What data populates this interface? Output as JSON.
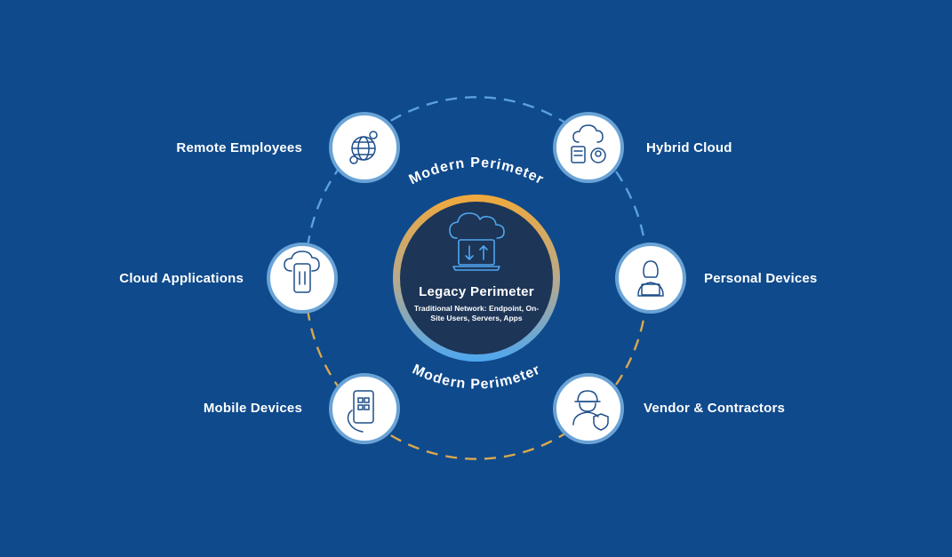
{
  "center": {
    "title": "Legacy Perimeter",
    "description": "Traditional Network: Endpoint, On-Site Users, Servers, Apps",
    "icon": "cloud-laptop-transfer-icon"
  },
  "ring": {
    "top_label": "Modern Perimeter",
    "bottom_label": "Modern Perimeter"
  },
  "nodes": [
    {
      "label": "Remote Employees",
      "icon": "globe-users-icon"
    },
    {
      "label": "Hybrid Cloud",
      "icon": "cloud-server-user-icon"
    },
    {
      "label": "Cloud Applications",
      "icon": "cloud-phone-icon"
    },
    {
      "label": "Personal Devices",
      "icon": "person-laptop-icon"
    },
    {
      "label": "Mobile Devices",
      "icon": "phone-hand-icon"
    },
    {
      "label": "Vendor & Contractors",
      "icon": "worker-shield-icon"
    }
  ],
  "colors": {
    "background": "#0f4a8c",
    "ring_dash_blue": "#5aa0df",
    "ring_dash_gold": "#d9a84e",
    "center_fill": "#1d3557",
    "center_gradient_top": "#f0a93c",
    "center_gradient_bottom": "#4ea7f0",
    "node_fill": "#ffffff",
    "node_border": "#6aa3d6",
    "icon_stroke": "#1e4f8a"
  }
}
